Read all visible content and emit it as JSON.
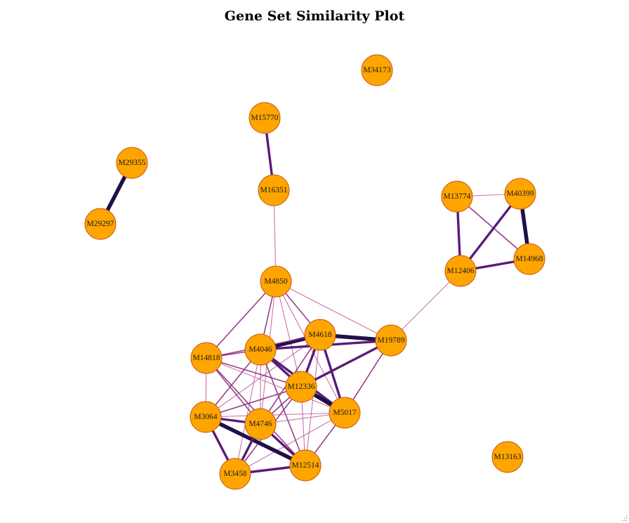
{
  "title": "Gene Set Similarity Plot",
  "colors": {
    "node_fill": "#FFA500",
    "node_stroke": "#C8570F",
    "edge_weak": "#C25A9B",
    "edge_medium": "#8B2A7E",
    "edge_strong": "#5B1A7A",
    "edge_strongest": "#1E1048"
  },
  "nodes": [
    {
      "id": "M34173"
    },
    {
      "id": "M15770"
    },
    {
      "id": "M29355"
    },
    {
      "id": "M29297"
    },
    {
      "id": "M16351"
    },
    {
      "id": "M13774"
    },
    {
      "id": "M40399"
    },
    {
      "id": "M12406"
    },
    {
      "id": "M14968"
    },
    {
      "id": "M4850"
    },
    {
      "id": "M4618"
    },
    {
      "id": "M19789"
    },
    {
      "id": "M14818"
    },
    {
      "id": "M4046"
    },
    {
      "id": "M12336"
    },
    {
      "id": "M5017"
    },
    {
      "id": "M3064"
    },
    {
      "id": "M4746"
    },
    {
      "id": "M12514"
    },
    {
      "id": "M3458"
    },
    {
      "id": "M13163"
    }
  ],
  "edges": [
    {
      "source": "M29355",
      "target": "M29297",
      "strength": "strongest"
    },
    {
      "source": "M15770",
      "target": "M16351",
      "strength": "strong"
    },
    {
      "source": "M16351",
      "target": "M4850",
      "strength": "weak"
    },
    {
      "source": "M13774",
      "target": "M40399",
      "strength": "weak"
    },
    {
      "source": "M13774",
      "target": "M14968",
      "strength": "medium"
    },
    {
      "source": "M13774",
      "target": "M12406",
      "strength": "strong"
    },
    {
      "source": "M40399",
      "target": "M12406",
      "strength": "strong"
    },
    {
      "source": "M40399",
      "target": "M14968",
      "strength": "strongest"
    },
    {
      "source": "M12406",
      "target": "M14968",
      "strength": "strong"
    },
    {
      "source": "M12406",
      "target": "M19789",
      "strength": "weak"
    },
    {
      "source": "M4850",
      "target": "M14818",
      "strength": "medium"
    },
    {
      "source": "M4850",
      "target": "M4046",
      "strength": "medium"
    },
    {
      "source": "M4850",
      "target": "M4618",
      "strength": "medium"
    },
    {
      "source": "M4850",
      "target": "M12336",
      "strength": "weak"
    },
    {
      "source": "M4850",
      "target": "M5017",
      "strength": "weak"
    },
    {
      "source": "M4850",
      "target": "M4746",
      "strength": "weak"
    },
    {
      "source": "M4850",
      "target": "M19789",
      "strength": "weak"
    },
    {
      "source": "M4618",
      "target": "M19789",
      "strength": "strongest"
    },
    {
      "source": "M4618",
      "target": "M4046",
      "strength": "strongest"
    },
    {
      "source": "M4618",
      "target": "M12336",
      "strength": "strong"
    },
    {
      "source": "M4618",
      "target": "M5017",
      "strength": "strong"
    },
    {
      "source": "M4618",
      "target": "M14818",
      "strength": "medium"
    },
    {
      "source": "M4618",
      "target": "M4746",
      "strength": "medium"
    },
    {
      "source": "M4618",
      "target": "M12514",
      "strength": "weak"
    },
    {
      "source": "M4618",
      "target": "M3064",
      "strength": "weak"
    },
    {
      "source": "M4046",
      "target": "M19789",
      "strength": "strong"
    },
    {
      "source": "M4046",
      "target": "M12336",
      "strength": "strong"
    },
    {
      "source": "M4046",
      "target": "M5017",
      "strength": "strong"
    },
    {
      "source": "M4046",
      "target": "M14818",
      "strength": "medium"
    },
    {
      "source": "M4046",
      "target": "M3064",
      "strength": "medium"
    },
    {
      "source": "M4046",
      "target": "M4746",
      "strength": "weak"
    },
    {
      "source": "M4046",
      "target": "M12514",
      "strength": "medium"
    },
    {
      "source": "M4046",
      "target": "M3458",
      "strength": "weak"
    },
    {
      "source": "M19789",
      "target": "M12336",
      "strength": "strong"
    },
    {
      "source": "M19789",
      "target": "M5017",
      "strength": "medium"
    },
    {
      "source": "M14818",
      "target": "M12336",
      "strength": "medium"
    },
    {
      "source": "M14818",
      "target": "M3064",
      "strength": "weak"
    },
    {
      "source": "M14818",
      "target": "M4746",
      "strength": "medium"
    },
    {
      "source": "M14818",
      "target": "M12514",
      "strength": "medium"
    },
    {
      "source": "M14818",
      "target": "M5017",
      "strength": "weak"
    },
    {
      "source": "M12336",
      "target": "M5017",
      "strength": "strongest"
    },
    {
      "source": "M12336",
      "target": "M3064",
      "strength": "medium"
    },
    {
      "source": "M12336",
      "target": "M4746",
      "strength": "medium"
    },
    {
      "source": "M12336",
      "target": "M12514",
      "strength": "weak"
    },
    {
      "source": "M12336",
      "target": "M3458",
      "strength": "medium"
    },
    {
      "source": "M5017",
      "target": "M3064",
      "strength": "weak"
    },
    {
      "source": "M5017",
      "target": "M4746",
      "strength": "weak"
    },
    {
      "source": "M5017",
      "target": "M12514",
      "strength": "medium"
    },
    {
      "source": "M5017",
      "target": "M3458",
      "strength": "weak"
    },
    {
      "source": "M3064",
      "target": "M4746",
      "strength": "strong"
    },
    {
      "source": "M3064",
      "target": "M12514",
      "strength": "strongest"
    },
    {
      "source": "M3064",
      "target": "M3458",
      "strength": "strong"
    },
    {
      "source": "M4746",
      "target": "M12514",
      "strength": "strong"
    },
    {
      "source": "M4746",
      "target": "M3458",
      "strength": "strong"
    },
    {
      "source": "M12514",
      "target": "M3458",
      "strength": "strong"
    }
  ]
}
